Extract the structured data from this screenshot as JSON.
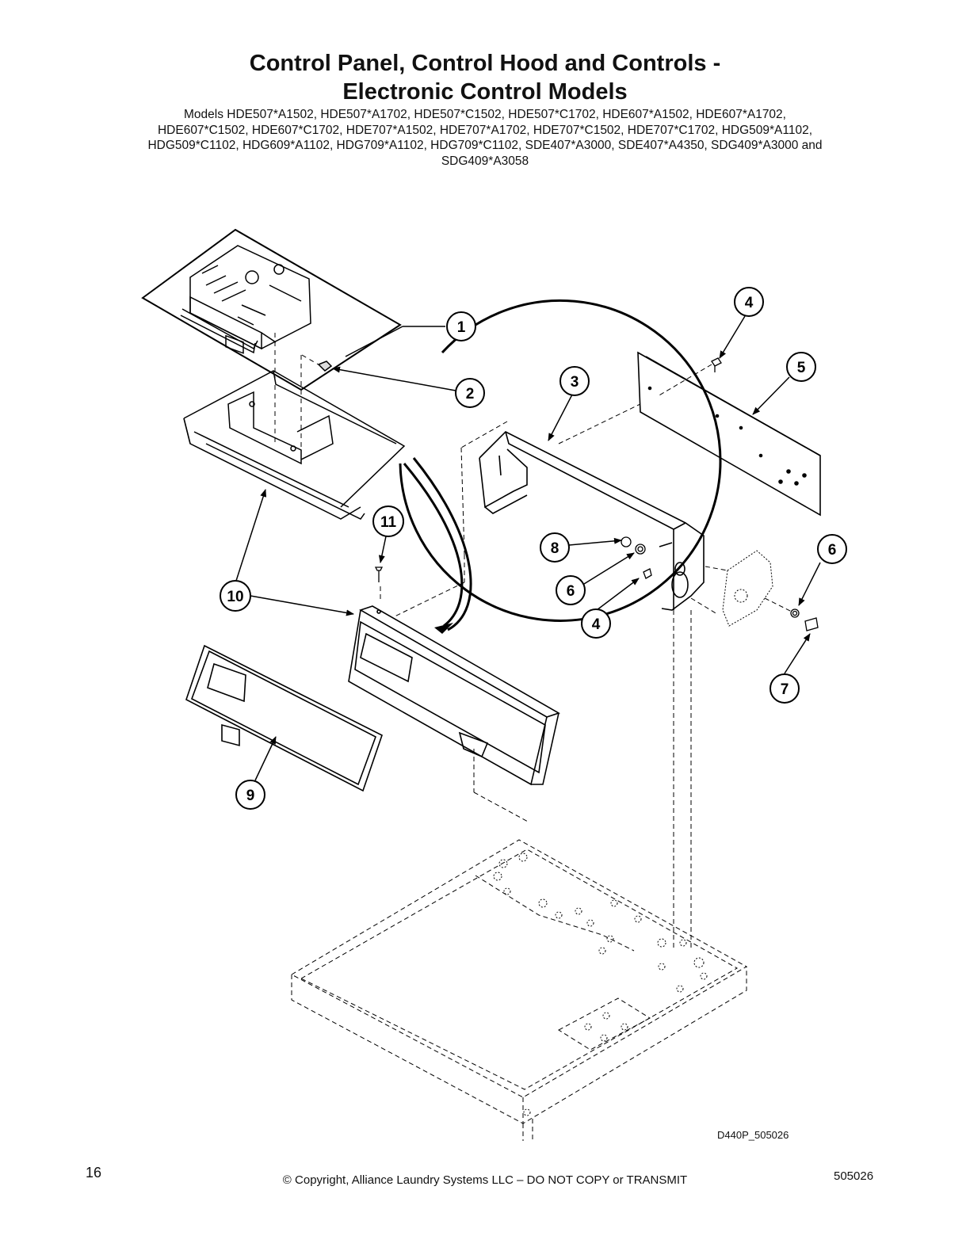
{
  "title": {
    "line1": "Control Panel, Control Hood and Controls -",
    "line2": "Electronic Control Models"
  },
  "models": {
    "line1": "Models HDE507*A1502, HDE507*A1702, HDE507*C1502, HDE507*C1702, HDE607*A1502, HDE607*A1702,",
    "line2": "HDE607*C1502, HDE607*C1702, HDE707*A1502, HDE707*A1702, HDE707*C1502, HDE707*C1702, HDG509*A1102,",
    "line3": "HDG509*C1102, HDG609*A1102, HDG709*A1102, HDG709*C1102, SDE407*A3000, SDE407*A4350, SDG409*A3000 and",
    "line4": "SDG409*A3058"
  },
  "callouts": [
    {
      "id": "c1",
      "label": "1"
    },
    {
      "id": "c2",
      "label": "2"
    },
    {
      "id": "c3",
      "label": "3"
    },
    {
      "id": "c4a",
      "label": "4"
    },
    {
      "id": "c5",
      "label": "5"
    },
    {
      "id": "c6a",
      "label": "6"
    },
    {
      "id": "c6b",
      "label": "6"
    },
    {
      "id": "c4b",
      "label": "4"
    },
    {
      "id": "c7",
      "label": "7"
    },
    {
      "id": "c8",
      "label": "8"
    },
    {
      "id": "c9",
      "label": "9"
    },
    {
      "id": "c10",
      "label": "10"
    },
    {
      "id": "c11",
      "label": "11"
    }
  ],
  "drawing_code": "D440P_505026",
  "footer": {
    "page_number": "16",
    "copyright": "© Copyright, Alliance Laundry Systems LLC – DO NOT COPY or TRANSMIT",
    "doc_number": "505026"
  }
}
